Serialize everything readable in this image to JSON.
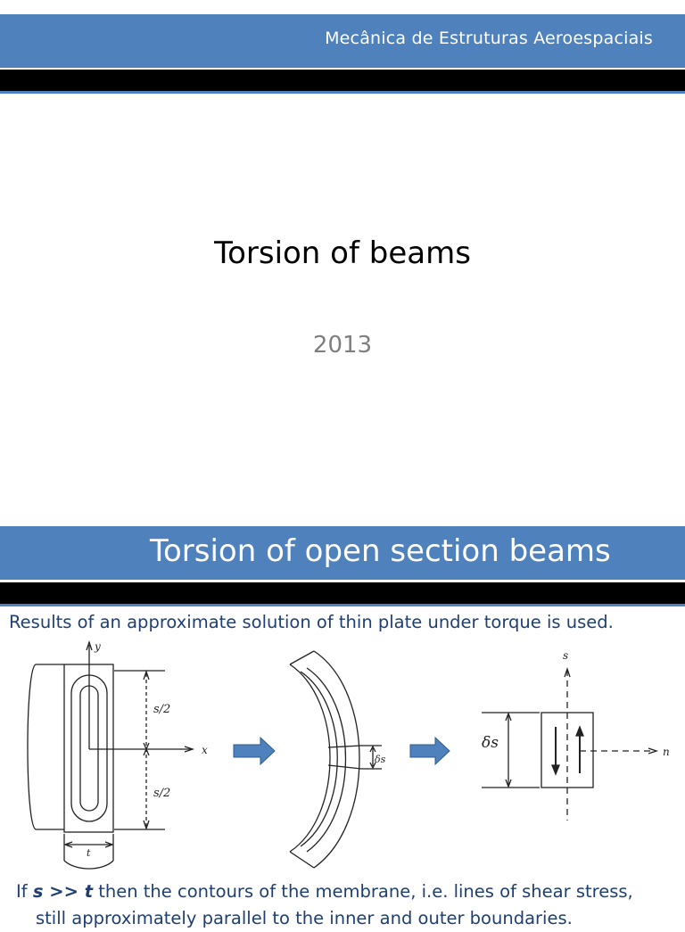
{
  "slide1": {
    "course": "Mecânica de Estruturas Aeroespaciais",
    "title": "Torsion of beams",
    "year": "2013"
  },
  "slide2": {
    "heading": "Torsion of open section beams",
    "intro": "Results of an approximate solution of thin plate under torque is used.",
    "figure": {
      "label_y": "y",
      "label_x": "x",
      "label_s_half_top": "s/2",
      "label_s_half_bottom": "s/2",
      "label_t": "t",
      "label_ds_small": "δs",
      "label_s": "s",
      "label_ds_large": "δs",
      "label_n": "n"
    },
    "body": {
      "prefix": "If ",
      "s": "s",
      "op": " >> ",
      "t": "t",
      "rest": " then the contours of the membrane, i.e. lines of shear stress,",
      "line2": "still approximately parallel to the inner and outer boundaries."
    }
  }
}
